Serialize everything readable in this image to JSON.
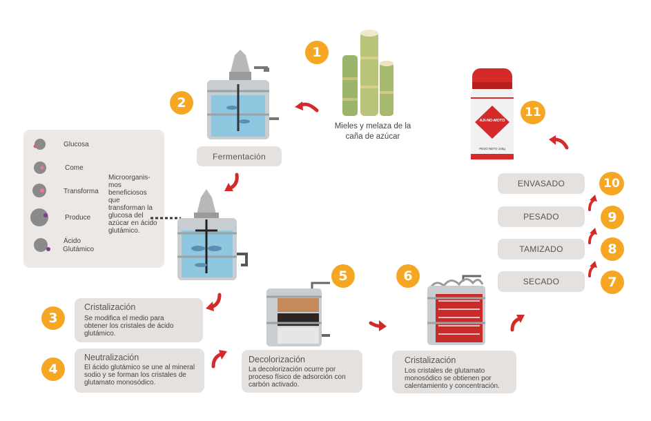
{
  "step1": {
    "number": "1",
    "caption_line1": "Mieles y melaza de la",
    "caption_line2": "caña de azúcar"
  },
  "step2": {
    "number": "2",
    "label": "Fermentación"
  },
  "legend": {
    "items": [
      {
        "label": "Glucosa",
        "dot_color": "#e05a7a"
      },
      {
        "label": "Come",
        "dot_color": "#e87aa0"
      },
      {
        "label": "Transforma",
        "dot_color": "#e87aa0"
      },
      {
        "label": "Produce",
        "dot_color": "#7a3f8f"
      },
      {
        "label": "Ácido\nGlutámico",
        "dot_color": "#7a3f8f"
      }
    ],
    "description_lines": [
      "Microorganis-",
      "mos",
      "beneficiosos",
      "que",
      "transforman la",
      "glucosa del",
      "azúcar en ácido",
      "glutámico."
    ]
  },
  "step3": {
    "number": "3",
    "title": "Cristalización",
    "text_lines": [
      "Se modifica el medio para",
      "obtener los cristales de ácido",
      "glutámico."
    ]
  },
  "step4": {
    "number": "4",
    "title": "Neutralización",
    "text_lines": [
      "El ácido glutámico se une al mineral",
      "sodio y se forman los cristales de",
      "glutamato monosódico."
    ]
  },
  "step5": {
    "number": "5",
    "title": "Decolorización",
    "text_lines": [
      "La decolorización ocurre por",
      "proceso físico de adsorción con",
      "carbón activado."
    ]
  },
  "step6": {
    "number": "6",
    "title": "Cristalización",
    "text_lines": [
      "Los cristales de glutamato",
      "monosódico se obtienen por",
      "calentamiento y concentración."
    ]
  },
  "step7": {
    "number": "7",
    "label": "SECADO"
  },
  "step8": {
    "number": "8",
    "label": "TAMIZADO"
  },
  "step9": {
    "number": "9",
    "label": "PESADO"
  },
  "step10": {
    "number": "10",
    "label": "ENVASADO"
  },
  "step11": {
    "number": "11",
    "brand": "AJI-NO-MOTO",
    "weight": "PESO NETO 100g"
  },
  "colors": {
    "accent": "#f5a623",
    "arrow": "#d42a2a",
    "box": "#e4e1df",
    "liquid": "#8fc6e0"
  }
}
